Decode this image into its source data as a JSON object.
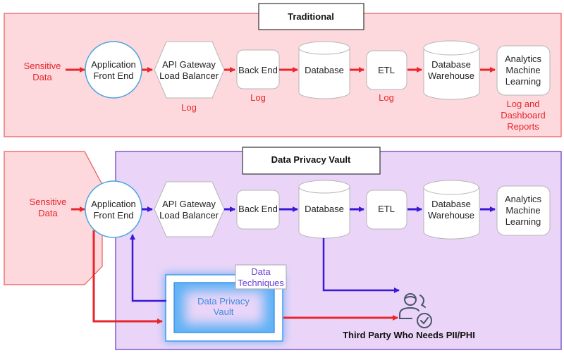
{
  "traditional": {
    "title": "Traditional",
    "source": [
      "Sensitive",
      "Data"
    ],
    "nodes": {
      "frontend": [
        "Application",
        "Front End"
      ],
      "gateway": [
        "API Gateway",
        "Load Balancer"
      ],
      "backend": "Back End",
      "database": "Database",
      "etl": "ETL",
      "warehouse": [
        "Database",
        "Warehouse"
      ],
      "analytics": [
        "Analytics",
        "Machine",
        "Learning"
      ]
    },
    "logs": {
      "gateway": "Log",
      "backend": "Log",
      "etl": "Log",
      "analytics": [
        "Log and",
        "Dashboard",
        "Reports"
      ]
    }
  },
  "vault": {
    "title": "Data Privacy Vault",
    "source": [
      "Sensitive",
      "Data"
    ],
    "nodes": {
      "frontend": [
        "Application",
        "Front End"
      ],
      "gateway": [
        "API Gateway",
        "Load Balancer"
      ],
      "backend": "Back End",
      "database": "Database",
      "etl": "ETL",
      "warehouse": [
        "Database",
        "Warehouse"
      ],
      "analytics": [
        "Analytics",
        "Machine",
        "Learning"
      ]
    },
    "vault_box": [
      "Data Privacy",
      "Vault"
    ],
    "techniques": [
      "Data",
      "Techniques"
    ],
    "third_party": "Third Party Who Needs PII/PHI"
  },
  "colors": {
    "traditional_bg": "#fdd9dd",
    "traditional_border": "#e85a5a",
    "vault_bg": "#ead5f8",
    "vault_border": "#7d5cc9",
    "red_arrow": "#e8262b",
    "blue_arrow": "#3a18d8",
    "frontend_border": "#4aa3e0",
    "vault_glow": "#3d9bf0"
  }
}
